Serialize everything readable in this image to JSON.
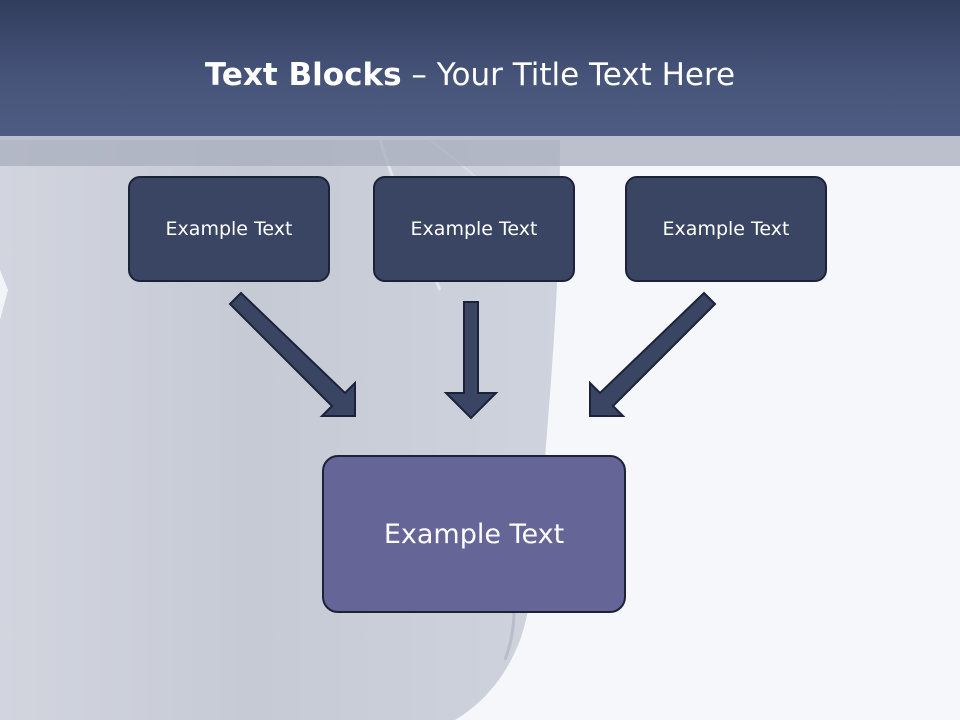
{
  "slide": {
    "title_bold": "Text Blocks",
    "title_rest": " – Your Title Text Here"
  },
  "diagram": {
    "top_boxes": [
      {
        "label": "Example Text"
      },
      {
        "label": "Example Text"
      },
      {
        "label": "Example Text"
      }
    ],
    "bottom_box": {
      "label": "Example Text"
    }
  },
  "colors": {
    "header": "#47557b",
    "top_box_fill": "#3a4564",
    "bottom_box_fill": "#656598",
    "arrow_fill": "#3a4564",
    "outline": "#1c2238"
  }
}
